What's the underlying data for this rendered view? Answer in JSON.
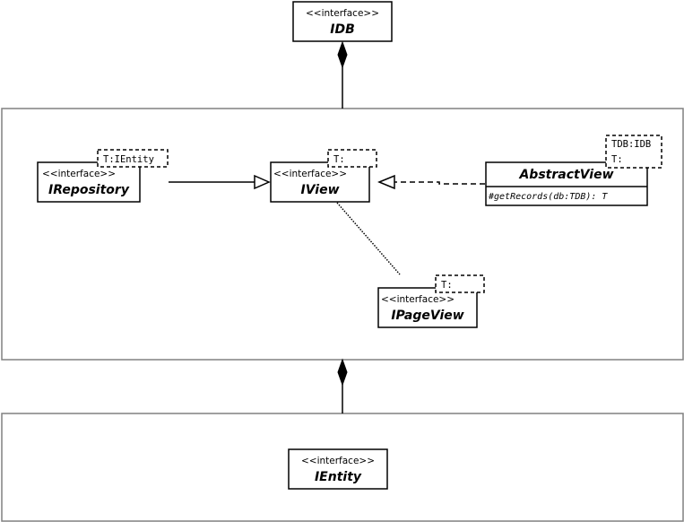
{
  "diagram": {
    "stereotype": "<<interface>>",
    "classes": {
      "idb": {
        "name": "IDB"
      },
      "irepository": {
        "name": "IRepository",
        "type_param": "T:IEntity"
      },
      "iview": {
        "name": "IView",
        "type_param": "T:"
      },
      "abstractview": {
        "name": "AbstractView",
        "type_param_1": "TDB:IDB",
        "type_param_2": "T:",
        "method": "#getRecords(db:TDB): T"
      },
      "ipageview": {
        "name": "IPageView",
        "type_param": "T:"
      },
      "ientity": {
        "name": "IEntity"
      }
    },
    "colors": {
      "line": "#000000",
      "package_border": "#808080",
      "background": "#ffffff"
    }
  }
}
